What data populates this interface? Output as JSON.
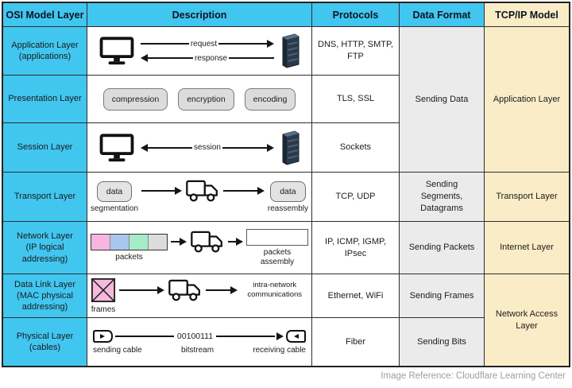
{
  "columns": [
    "OSI Model Layer",
    "Description",
    "Protocols",
    "Data Format",
    "TCP/IP Model"
  ],
  "osi_rows": [
    {
      "name": "Application Layer",
      "sub": "(applications)"
    },
    {
      "name": "Presentation Layer"
    },
    {
      "name": "Session Layer"
    },
    {
      "name": "Transport Layer"
    },
    {
      "name": "Network Layer",
      "sub": "(IP logical addressing)"
    },
    {
      "name": "Data Link Layer",
      "sub": "(MAC physical addressing)"
    },
    {
      "name": "Physical Layer",
      "sub": "(cables)"
    }
  ],
  "protocols": [
    "DNS, HTTP, SMTP, FTP",
    "TLS, SSL",
    "Sockets",
    "TCP, UDP",
    "IP, ICMP, IGMP, IPsec",
    "Ethernet, WiFi",
    "Fiber"
  ],
  "data_format": {
    "sending_data": "Sending Data",
    "segments": "Sending Segments, Datagrams",
    "packets": "Sending Packets",
    "frames": "Sending Frames",
    "bits": "Sending Bits"
  },
  "tcpip": {
    "application": "Application Layer",
    "transport": "Transport Layer",
    "internet": "Internet Layer",
    "network_access": "Network Access Layer"
  },
  "descriptions": {
    "application": {
      "request": "request",
      "response": "response"
    },
    "presentation": {
      "boxes": [
        "compression",
        "encryption",
        "encoding"
      ]
    },
    "session": {
      "arrow_label": "session"
    },
    "transport": {
      "left_box": "data",
      "left_label": "segmentation",
      "right_box": "data",
      "right_label": "reassembly"
    },
    "network": {
      "left_label": "packets",
      "right_label": "packets assembly"
    },
    "data_link": {
      "left_label": "frames",
      "right_label": "intra-network communications"
    },
    "physical": {
      "left_label": "sending cable",
      "stream_text": "00100111",
      "stream_label": "bitstream",
      "right_label": "receiving cable"
    }
  },
  "footer": {
    "credit": "Image Reference: Cloudflare Learning Center"
  },
  "colors": {
    "header_cyan": "#41c6f0",
    "tan": "#faecc6",
    "cell_gray": "#ebebeb",
    "packet_pink": "#f7b6df",
    "packet_blue": "#a9c6ef",
    "packet_green": "#a5ebc5",
    "packet_gray": "#dcdcdc",
    "frame_pink": "#f6b9dd",
    "footer_gray": "#9e9e9e"
  }
}
